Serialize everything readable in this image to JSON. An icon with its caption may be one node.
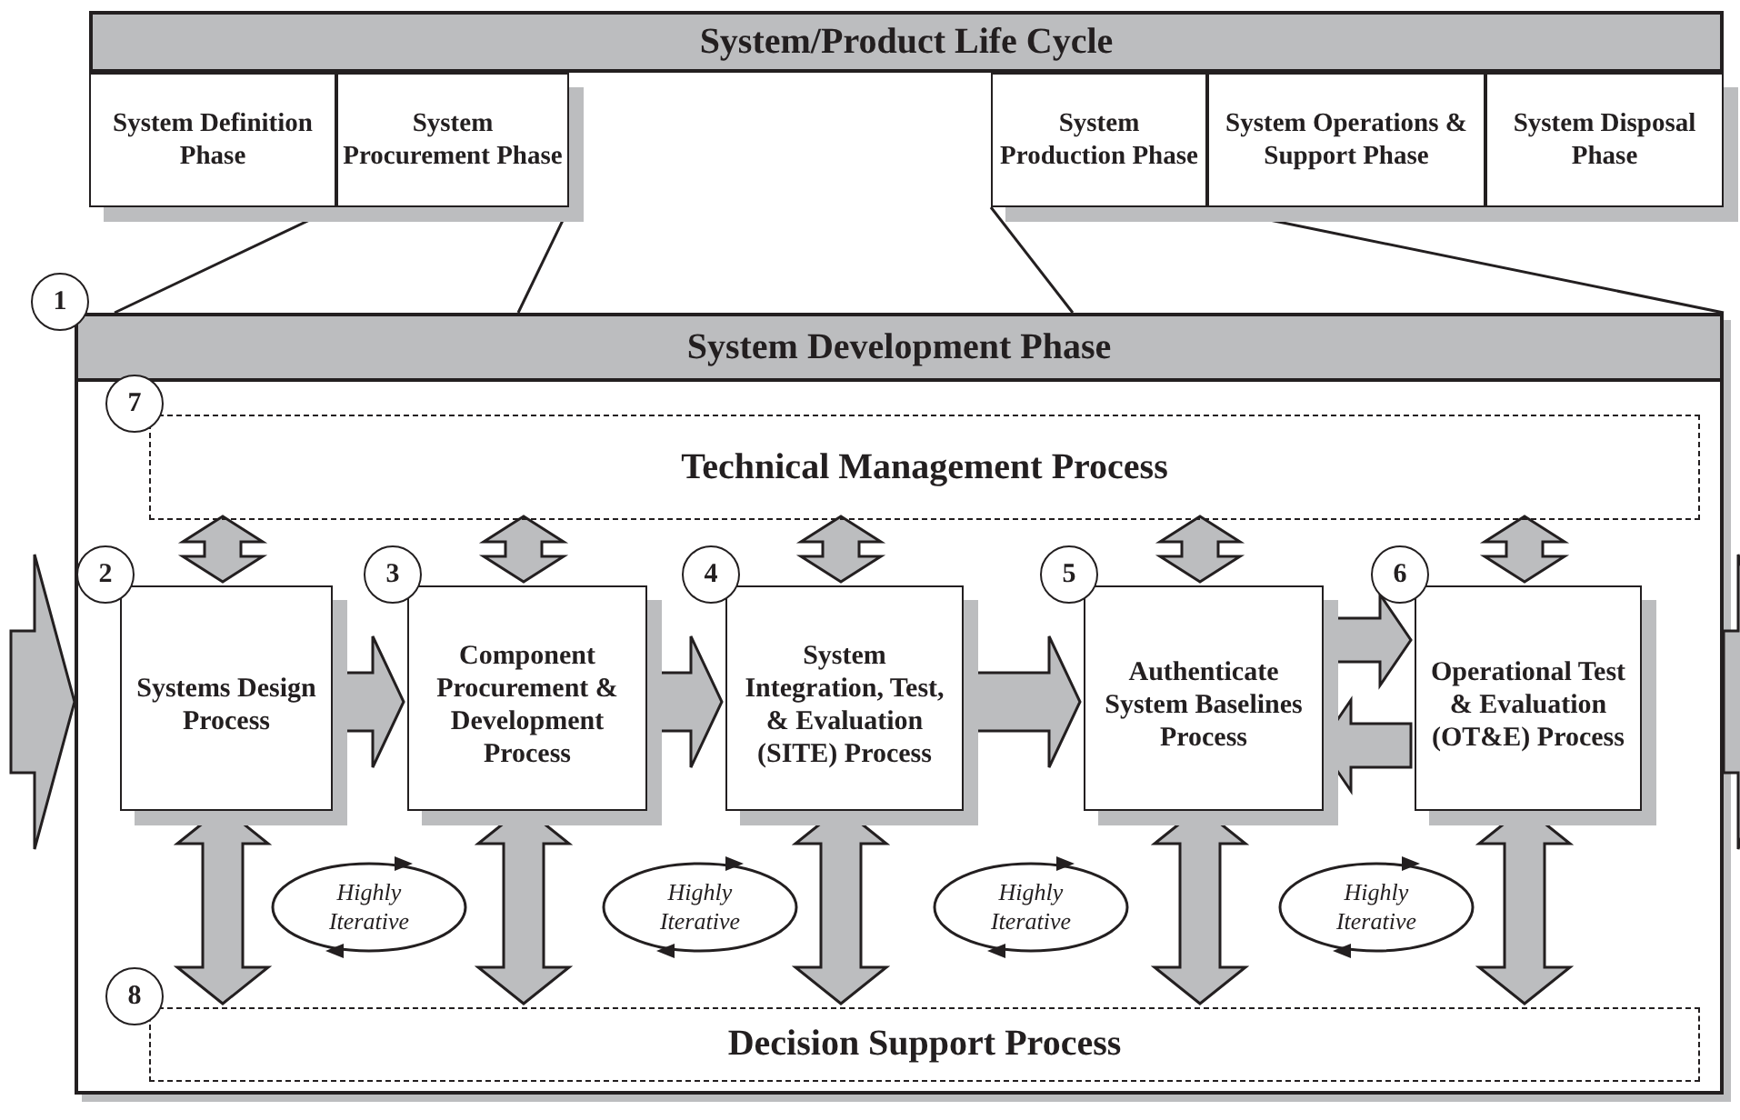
{
  "diagram": {
    "nodes": [
      {
        "text": [
          "System/Product Life Cycle"
        ]
      },
      {
        "text": [
          "System Definition Phase"
        ]
      },
      {
        "text": [
          "System Procurement Phase"
        ]
      },
      {
        "text": [
          "System Production Phase"
        ]
      },
      {
        "text": [
          "System Operations & Support Phase"
        ]
      },
      {
        "text": [
          "System Disposal Phase"
        ]
      },
      {
        "text": [
          "System Development Phase"
        ],
        "beside": [
          "1"
        ]
      },
      {
        "text": [
          "Technical Management Process"
        ],
        "in": 6,
        "beside": [
          "7"
        ]
      },
      {
        "text": [
          "Systems Design Process"
        ],
        "in": 6,
        "beside": [
          "2"
        ]
      },
      {
        "text": [
          "Component Procurement & Development Process"
        ],
        "in": 6,
        "beside": [
          "3"
        ]
      },
      {
        "text": [
          "System Integration, Test, & Evaluation (SITE) Process"
        ],
        "in": 6,
        "beside": [
          "4"
        ]
      },
      {
        "text": [
          "Authenticate System Baselines Process"
        ],
        "in": 6,
        "beside": [
          "5"
        ]
      },
      {
        "text": [
          "Operational Test & Evaluation (OT&E) Process"
        ],
        "in": 6,
        "beside": [
          "6"
        ]
      },
      {
        "text": [
          "Highly Iterative"
        ],
        "in": 6
      },
      {
        "text": [
          "Highly Iterative"
        ],
        "in": 6
      },
      {
        "text": [
          "Highly Iterative"
        ],
        "in": 6
      },
      {
        "text": [
          "Highly Iterative"
        ],
        "in": 6
      },
      {
        "text": [
          "Decision Support Process"
        ],
        "in": 6,
        "beside": [
          "8"
        ]
      }
    ],
    "edges": [
      {
        "from": 2,
        "to": 6,
        "arrow": "none"
      },
      {
        "from": 2,
        "to": 6,
        "arrow": "none"
      },
      {
        "from": 3,
        "to": 6,
        "arrow": "none"
      },
      {
        "from": 3,
        "to": 6,
        "arrow": "none"
      },
      {
        "from": null,
        "to": 6,
        "arrow": "to"
      },
      {
        "from": 6,
        "to": null,
        "arrow": "to"
      },
      {
        "from": 7,
        "to": 8,
        "arrow": "both"
      },
      {
        "from": 7,
        "to": 9,
        "arrow": "both"
      },
      {
        "from": 7,
        "to": 10,
        "arrow": "both"
      },
      {
        "from": 7,
        "to": 11,
        "arrow": "both"
      },
      {
        "from": 7,
        "to": 12,
        "arrow": "both"
      },
      {
        "from": 8,
        "to": 9,
        "arrow": "to"
      },
      {
        "from": 9,
        "to": 10,
        "arrow": "to"
      },
      {
        "from": 10,
        "to": 11,
        "arrow": "to"
      },
      {
        "from": 11,
        "to": 12,
        "arrow": "to"
      },
      {
        "from": 12,
        "to": 11,
        "arrow": "to"
      },
      {
        "from": 8,
        "to": 17,
        "arrow": "both"
      },
      {
        "from": 9,
        "to": 17,
        "arrow": "both"
      },
      {
        "from": 10,
        "to": 17,
        "arrow": "both"
      },
      {
        "from": 11,
        "to": 17,
        "arrow": "both"
      },
      {
        "from": 12,
        "to": 17,
        "arrow": "both"
      }
    ]
  }
}
